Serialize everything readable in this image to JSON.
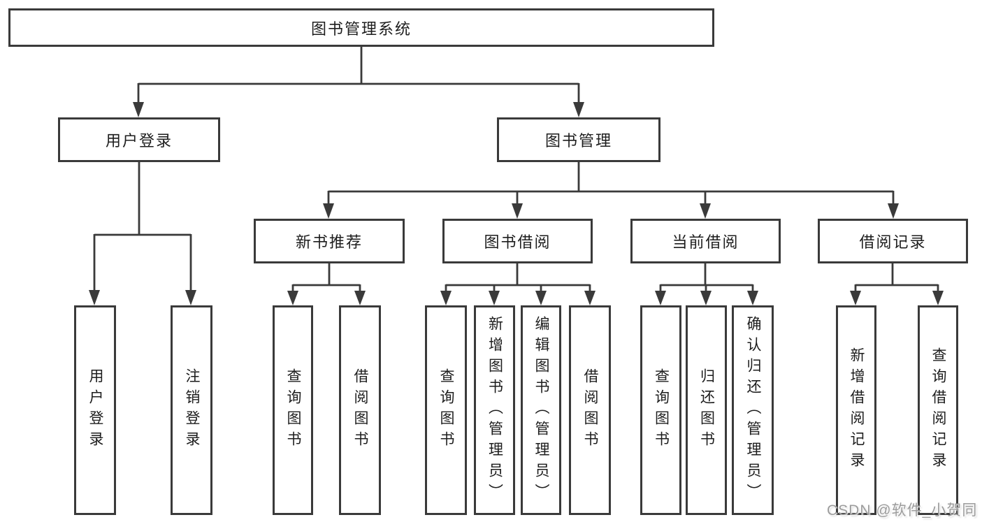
{
  "diagram": {
    "root_label": "图书管理系统",
    "branches": [
      {
        "label": "用户登录",
        "children": [
          "用户登录",
          "注销登录"
        ]
      },
      {
        "label": "图书管理",
        "groups": [
          {
            "label": "新书推荐",
            "children": [
              "查询图书",
              "借阅图书"
            ]
          },
          {
            "label": "图书借阅",
            "children": [
              "查询图书",
              "新增图书（管理员）",
              "编辑图书（管理员）",
              "借阅图书"
            ]
          },
          {
            "label": "当前借阅",
            "children": [
              "查询图书",
              "归还图书",
              "确认归还（管理员）"
            ]
          },
          {
            "label": "借阅记录",
            "children": [
              "新增借阅记录",
              "查询借阅记录"
            ]
          }
        ]
      }
    ]
  },
  "watermark": "CSDN @软件_小贺同学",
  "colors": {
    "background": "#ffffff",
    "line": "#3a3a3a",
    "box_border": "#3a3a3a",
    "box_fill": "#ffffff",
    "text": "#1d1d1d",
    "watermark": "#9c9c9c"
  }
}
